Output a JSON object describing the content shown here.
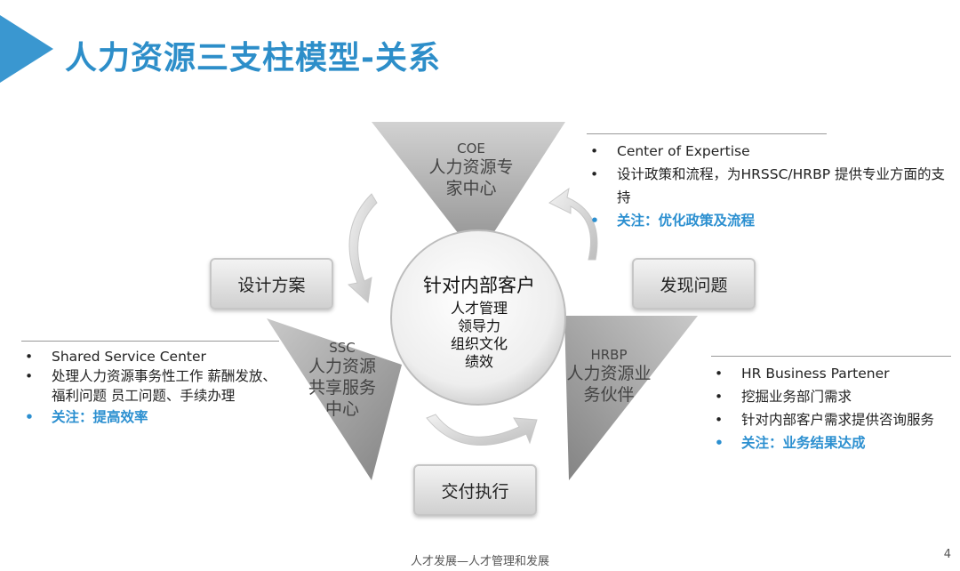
{
  "title": "人力资源三支柱模型-关系",
  "center": {
    "title": "针对内部客户",
    "items": [
      "人才管理",
      "领导力",
      "组织文化",
      "绩效"
    ]
  },
  "coe": {
    "code": "COE",
    "name_line1": "人力资源专",
    "name_line2": "家中心"
  },
  "ssc": {
    "code": "SSC",
    "name_line1": "人力资源",
    "name_line2": "共享服务",
    "name_line3": "中心"
  },
  "hrbp": {
    "code": "HRBP",
    "name_line1": "人力资源业",
    "name_line2": "务伙伴"
  },
  "actions": {
    "design": "设计方案",
    "discover": "发现问题",
    "deliver": "交付执行"
  },
  "coe_info": {
    "items": [
      "Center of Expertise",
      "设计政策和流程，为HRSSC/HRBP 提供专业方面的支持"
    ],
    "focus": "关注：优化政策及流程"
  },
  "ssc_info": {
    "items": [
      "Shared Service Center",
      "处理人力资源事务性工作 薪酬发放、福利问题 员工问题、手续办理"
    ],
    "focus": "关注：提高效率"
  },
  "hrbp_info": {
    "items": [
      "HR Business Partener",
      "挖掘业务部门需求",
      "针对内部客户需求提供咨询服务"
    ],
    "focus": "关注：业务结果达成"
  },
  "footer": "人才发展—人才管理和发展",
  "page_number": "4",
  "colors": {
    "accent": "#2d8ec9",
    "focus_text": "#2b8fd0"
  }
}
